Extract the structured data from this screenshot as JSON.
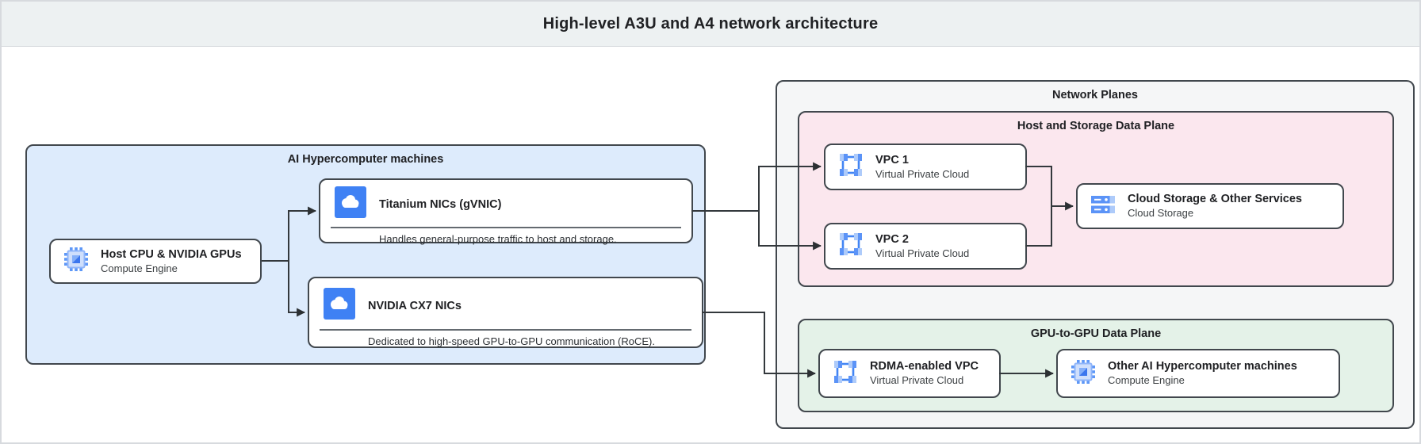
{
  "title": "High-level A3U and A4 network architecture",
  "machines_container": {
    "label": "AI Hypercomputer machines",
    "host_box": {
      "title": "Host CPU & NVIDIA GPUs",
      "subtitle": "Compute Engine",
      "icon": "compute-engine-icon"
    },
    "titanium_box": {
      "title": "Titanium NICs (gVNIC)",
      "description": "Handles general-purpose traffic to host and storage.",
      "icon": "cloud-nic-icon"
    },
    "cx7_box": {
      "title": "NVIDIA CX7 NICs",
      "description": "Dedicated to high-speed GPU-to-GPU communication (RoCE).",
      "icon": "cloud-nic-icon"
    }
  },
  "network_planes": {
    "label": "Network Planes",
    "host_storage_plane": {
      "label": "Host and Storage Data Plane",
      "vpc1": {
        "title": "VPC 1",
        "subtitle": "Virtual Private Cloud",
        "icon": "vpc-icon"
      },
      "vpc2": {
        "title": "VPC 2",
        "subtitle": "Virtual Private Cloud",
        "icon": "vpc-icon"
      },
      "storage": {
        "title": "Cloud Storage & Other Services",
        "subtitle": "Cloud Storage",
        "icon": "cloud-storage-icon"
      }
    },
    "gpu_plane": {
      "label": "GPU-to-GPU Data Plane",
      "rdma": {
        "title": "RDMA-enabled VPC",
        "subtitle": "Virtual Private Cloud",
        "icon": "vpc-icon"
      },
      "other": {
        "title": "Other AI Hypercomputer machines",
        "subtitle": "Compute Engine",
        "icon": "compute-engine-icon"
      }
    }
  },
  "colors": {
    "accent_blue": "#4285f4",
    "accent_blue_light": "#aecbfa",
    "machines_bg": "#ddebfc",
    "planes_bg": "#f5f6f7",
    "host_storage_plane_bg": "#fbe7ee",
    "gpu_plane_bg": "#e4f2e8",
    "container_border": "#41474d",
    "arrow": "#33383c",
    "titlebar_bg": "#edf1f2"
  }
}
